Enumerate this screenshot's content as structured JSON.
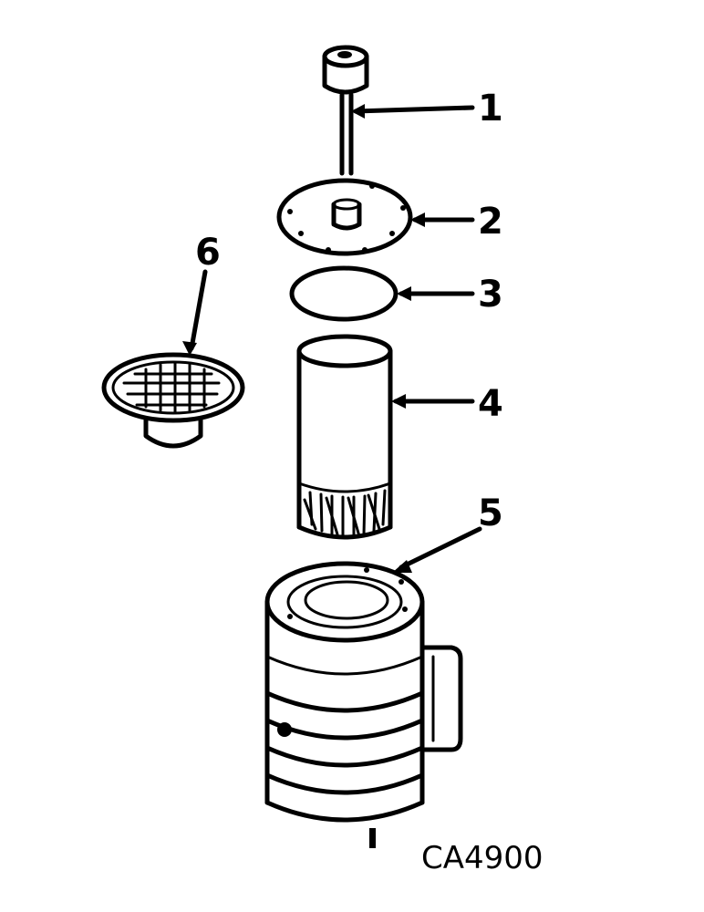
{
  "diagram": {
    "figure_code": "CA4900",
    "callouts": [
      {
        "id": "1",
        "label": "1"
      },
      {
        "id": "2",
        "label": "2"
      },
      {
        "id": "3",
        "label": "3"
      },
      {
        "id": "4",
        "label": "4"
      },
      {
        "id": "5",
        "label": "5"
      },
      {
        "id": "6",
        "label": "6"
      }
    ]
  }
}
